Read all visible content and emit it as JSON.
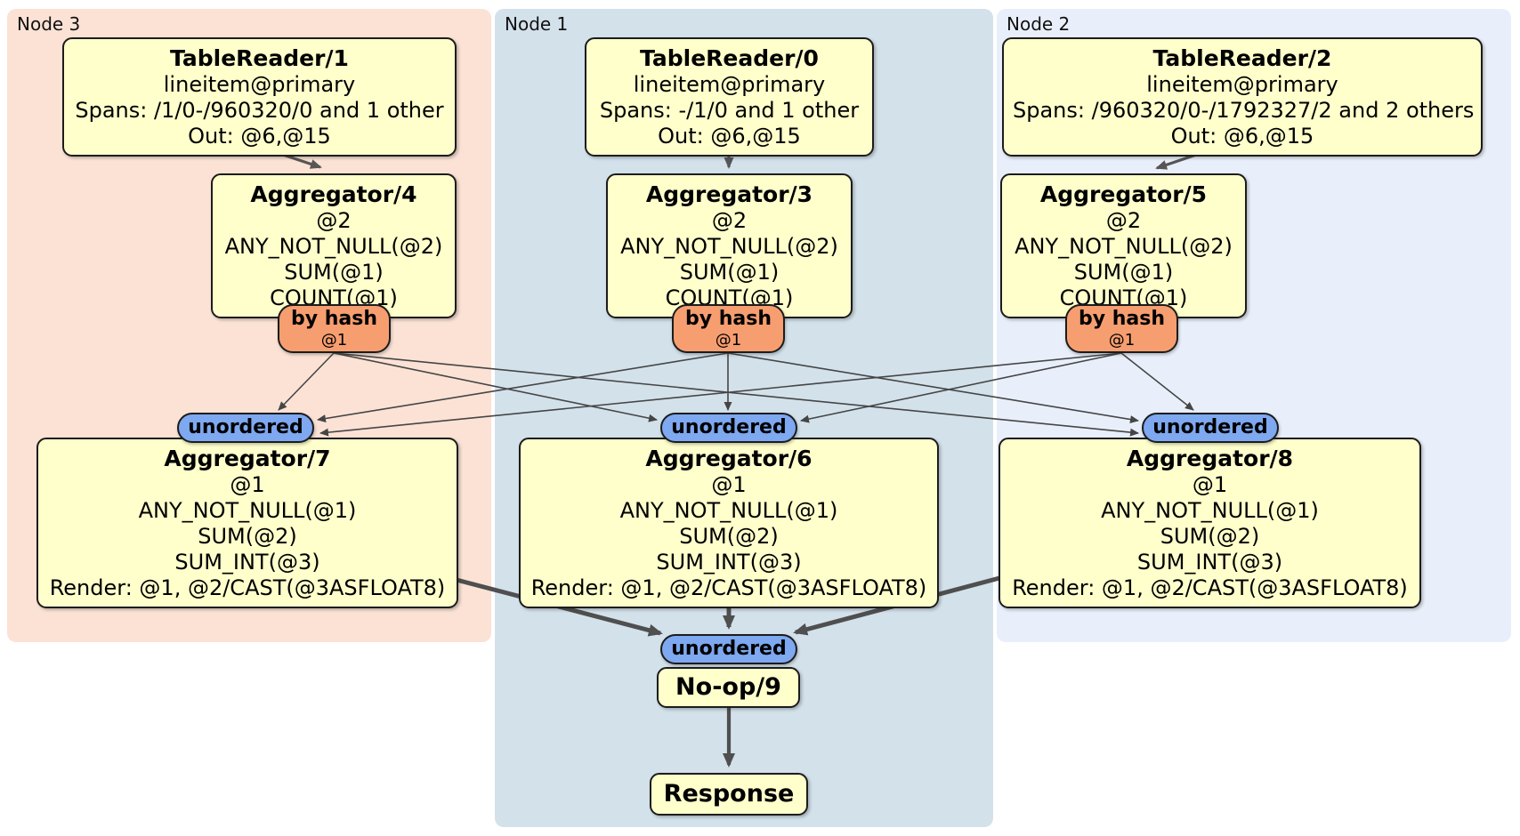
{
  "colors": {
    "node3_bg": "#fbe2d5",
    "node1_bg": "#d3e1eb",
    "node2_bg": "#e9effa",
    "box_fill": "#ffffcc",
    "box_border": "#1c1c1c",
    "router_fill": "#f79e70",
    "stream_fill": "#7ea8f0",
    "edge_thin": "#454545",
    "edge_thick": "#4f4f4f"
  },
  "regions": [
    {
      "label": "Node 3",
      "tablereader": {
        "title": "TableReader/1",
        "lines": [
          "lineitem@primary",
          "Spans: /1/0-/960320/0 and 1 other",
          "Out: @6,@15"
        ]
      },
      "aggregator_top": {
        "title": "Aggregator/4",
        "lines": [
          "@2",
          "ANY_NOT_NULL(@2)",
          "SUM(@1)",
          "COUNT(@1)"
        ]
      },
      "router": {
        "label": "by hash",
        "detail": "@1"
      },
      "stream": {
        "label": "unordered"
      },
      "aggregator_bottom": {
        "title": "Aggregator/7",
        "lines": [
          "@1",
          "ANY_NOT_NULL(@1)",
          "SUM(@2)",
          "SUM_INT(@3)",
          "Render: @1, @2/CAST(@3ASFLOAT8)"
        ]
      }
    },
    {
      "label": "Node 1",
      "tablereader": {
        "title": "TableReader/0",
        "lines": [
          "lineitem@primary",
          "Spans: -/1/0 and 1 other",
          "Out: @6,@15"
        ]
      },
      "aggregator_top": {
        "title": "Aggregator/3",
        "lines": [
          "@2",
          "ANY_NOT_NULL(@2)",
          "SUM(@1)",
          "COUNT(@1)"
        ]
      },
      "router": {
        "label": "by hash",
        "detail": "@1"
      },
      "stream": {
        "label": "unordered"
      },
      "aggregator_bottom": {
        "title": "Aggregator/6",
        "lines": [
          "@1",
          "ANY_NOT_NULL(@1)",
          "SUM(@2)",
          "SUM_INT(@3)",
          "Render: @1, @2/CAST(@3ASFLOAT8)"
        ]
      }
    },
    {
      "label": "Node 2",
      "tablereader": {
        "title": "TableReader/2",
        "lines": [
          "lineitem@primary",
          "Spans: /960320/0-/1792327/2 and 2 others",
          "Out: @6,@15"
        ]
      },
      "aggregator_top": {
        "title": "Aggregator/5",
        "lines": [
          "@2",
          "ANY_NOT_NULL(@2)",
          "SUM(@1)",
          "COUNT(@1)"
        ]
      },
      "router": {
        "label": "by hash",
        "detail": "@1"
      },
      "stream": {
        "label": "unordered"
      },
      "aggregator_bottom": {
        "title": "Aggregator/8",
        "lines": [
          "@1",
          "ANY_NOT_NULL(@1)",
          "SUM(@2)",
          "SUM_INT(@3)",
          "Render: @1, @2/CAST(@3ASFLOAT8)"
        ]
      }
    }
  ],
  "final": {
    "stream": {
      "label": "unordered"
    },
    "noop": {
      "title": "No-op/9"
    },
    "response": {
      "title": "Response"
    }
  }
}
